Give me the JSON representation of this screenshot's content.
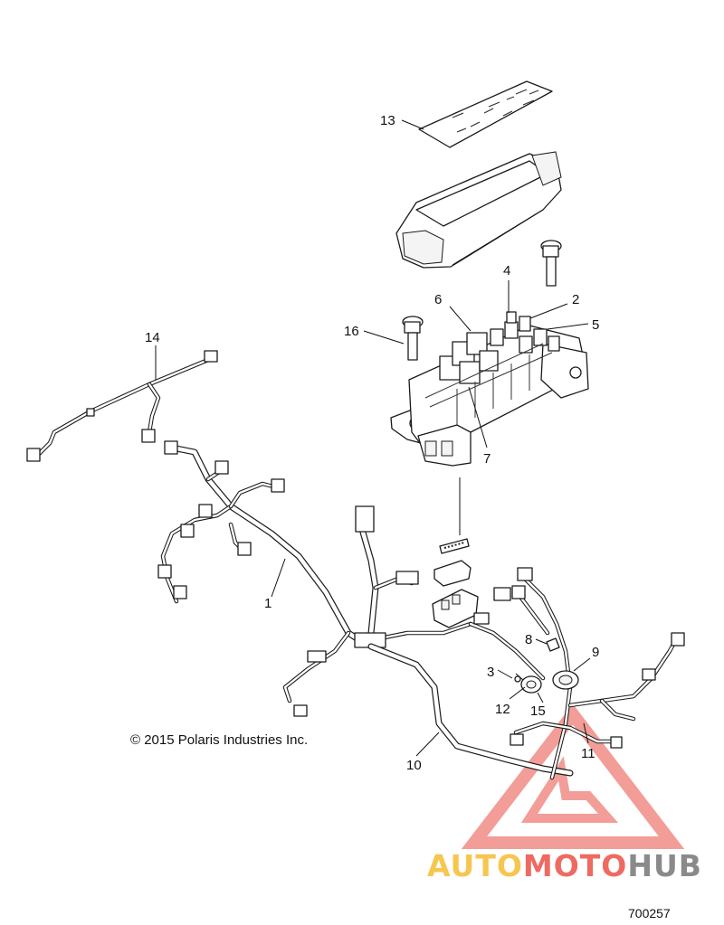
{
  "copyright": "© 2015 Polaris Industries Inc.",
  "drawing_number": "700257",
  "watermark": {
    "part_a": "AUTO",
    "part_b": "MOTO",
    "part_c": "HUB",
    "colors": {
      "a": "#f6c64f",
      "b": "#ee6a62",
      "c": "#8a8a8a",
      "triangle": "#f08d86"
    }
  },
  "callouts": {
    "c1": "1",
    "c2": "2",
    "c3": "3",
    "c4": "4",
    "c5": "5",
    "c6": "6",
    "c7": "7",
    "c8": "8",
    "c9": "9",
    "c10": "10",
    "c11": "11",
    "c12": "12",
    "c13": "13",
    "c14": "14",
    "c15": "15",
    "c16": "16"
  }
}
